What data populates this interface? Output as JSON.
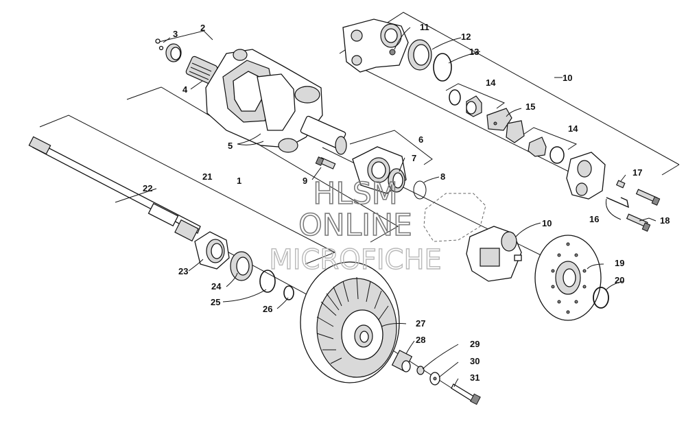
{
  "watermark": {
    "line1": "HLSM",
    "line2": "ONLINE",
    "line3": "MICROFICHE"
  },
  "callouts": [
    "1",
    "2",
    "3",
    "4",
    "5",
    "6",
    "7",
    "8",
    "9",
    "10",
    "10",
    "11",
    "12",
    "13",
    "14",
    "14",
    "15",
    "16",
    "17",
    "18",
    "19",
    "20",
    "21",
    "22",
    "23",
    "24",
    "25",
    "26",
    "27",
    "28",
    "29",
    "30",
    "31"
  ]
}
